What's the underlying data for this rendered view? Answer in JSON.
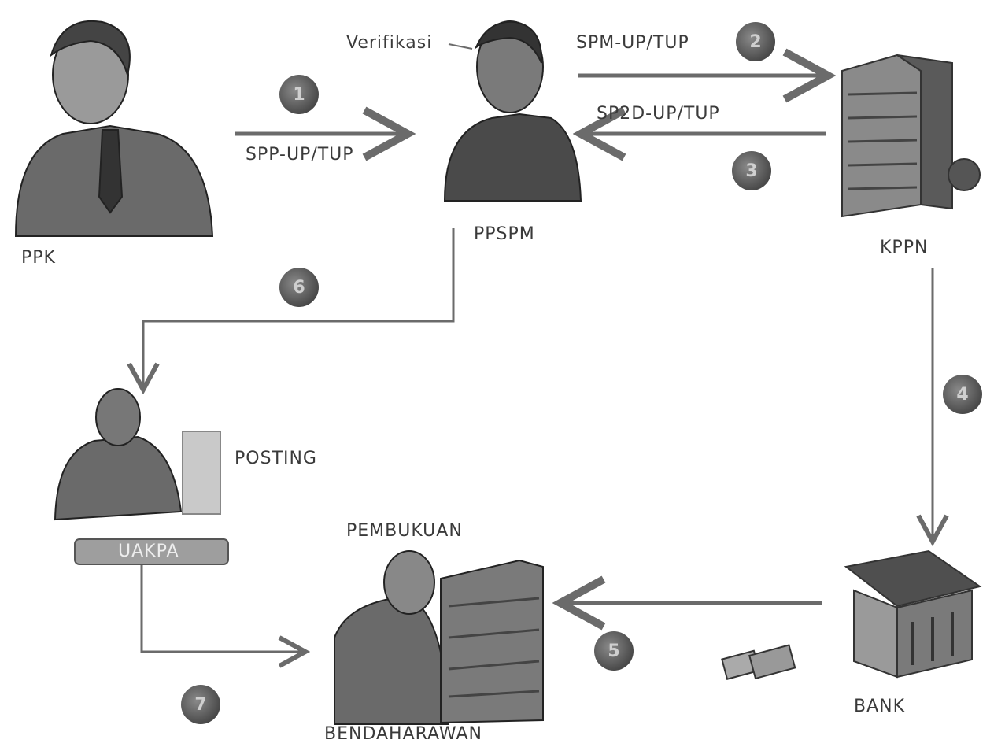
{
  "labels": {
    "ppk": "PPK",
    "ppspm": "PPSPM",
    "kppn": "KPPN",
    "uakpa": "UAKPA",
    "bank": "BANK",
    "bendaharawan": "BENDAHARAWAN",
    "verifikasi": "Verifikasi",
    "spp": "SPP-UP/TUP",
    "spm": "SPM-UP/TUP",
    "sp2d": "SP2D-UP/TUP",
    "posting": "POSTING",
    "pembukuan": "PEMBUKUAN"
  },
  "steps": [
    "1",
    "2",
    "3",
    "4",
    "5",
    "6",
    "7"
  ],
  "colors": {
    "line": "#6b6b6b",
    "figure": "#555555",
    "badge": "#5a5a5a"
  }
}
